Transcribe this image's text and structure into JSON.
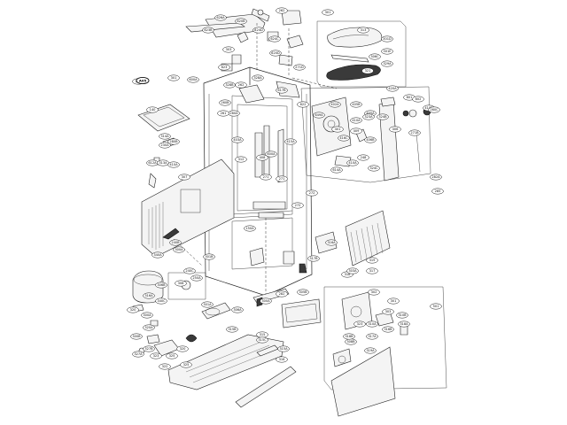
{
  "labels": {
    "l01": "626A",
    "l02": "262",
    "l03": "820B",
    "l04": "623B",
    "l05": "824D",
    "l06": "624C",
    "l07": "620D",
    "l08": "301",
    "l09": "313",
    "l10": "301D",
    "l11": "301E",
    "l12": "306C",
    "l13": "329A",
    "l14": "321",
    "l15": "303",
    "l16": "623",
    "l17": "271D",
    "l18": "301",
    "l19": "600A",
    "l20": "328A",
    "l21": "328B",
    "l22": "420A",
    "l23": "617B",
    "l24": "262",
    "l25": "601",
    "l26": "602",
    "l27": "622",
    "l28": "649A",
    "l29": "402A",
    "l30": "405B",
    "l31": "405A",
    "l32": "260B",
    "l33": "260A",
    "l34": "261",
    "l35": "410B",
    "l36": "323A",
    "l37": "324B",
    "l38": "410A",
    "l39": "406",
    "l40": "260C",
    "l41": "401",
    "l42": "409",
    "l43": "416C",
    "l44": "201",
    "l45": "140",
    "l46": "314A",
    "l47": "230A",
    "l48": "403A",
    "l49": "406B",
    "l50": "415A",
    "l51": "408",
    "l52": "280B",
    "l53": "248",
    "l54": "312",
    "l55": "600A",
    "l56": "410A",
    "l57": "614A",
    "l58": "410A",
    "l59": "271B",
    "l60": "271",
    "l61": "271",
    "l62": "307",
    "l63": "324C",
    "l64": "612A",
    "l65": "313A",
    "l66": "282A",
    "l67": "285",
    "l68": "272",
    "l69": "272",
    "l70": "240B",
    "l71": "340A",
    "l72": "150A",
    "l73": "300A",
    "l74": "301B",
    "l75": "240C",
    "l76": "250A",
    "l77": "306B",
    "l78": "282",
    "l79": "308",
    "l80": "340C",
    "l81": "316A",
    "l82": "320",
    "l83": "300B",
    "l84": "300A",
    "l85": "301A",
    "l86": "306A",
    "l87": "305B",
    "l88": "300A",
    "l89": "315B",
    "l90": "315",
    "l91": "315C",
    "l92": "320",
    "l93": "325",
    "l94": "320A",
    "l95": "327A",
    "l96": "327B",
    "l97": "323",
    "l98": "322",
    "l99": "325",
    "l100": "315A",
    "l101": "316",
    "l102": "319",
    "l103": "317",
    "l104": "318",
    "l105": "316A",
    "l106": "317B",
    "l107": "303A",
    "l108": "302",
    "l109": "301",
    "l110": "303",
    "l111": "310B",
    "l112": "318A",
    "l113": "316B",
    "l114": "501",
    "l115": "317A",
    "l116": "308B",
    "l117": "318B",
    "l118": "310A",
    "l119": "323",
    "l120": "319A"
  },
  "group_marker": "A05"
}
